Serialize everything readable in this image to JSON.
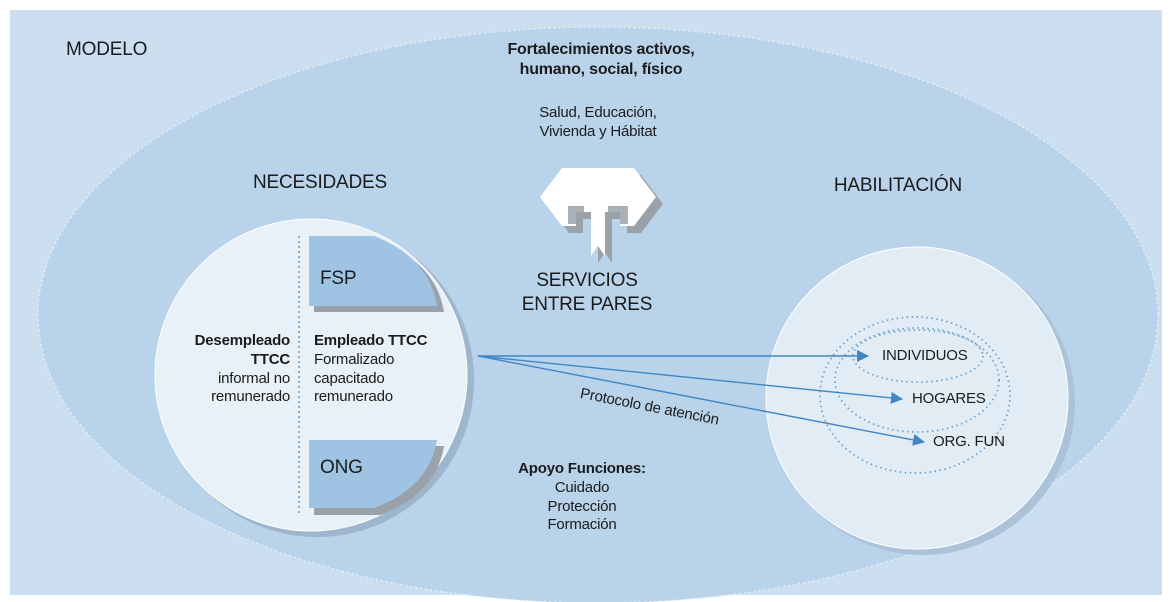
{
  "model_label": "MODELO",
  "top": {
    "heading_line1": "Fortalecimientos activos,",
    "heading_line2": "humano, social, físico",
    "sub_line1": "Salud, Educación,",
    "sub_line2": "Vivienda y Hábitat"
  },
  "needs_title": "NECESIDADES",
  "enablement_title": "HABILITACIÓN",
  "peer_services": {
    "line1": "SERVICIOS",
    "line2": "ENTRE PARES"
  },
  "left_circle": {
    "fsp_label": "FSP",
    "ong_label": "ONG",
    "unemployed_line1": "Desempleado",
    "unemployed_line2": "TTCC",
    "unemployed_line3": "informal no",
    "unemployed_line4": "remunerado",
    "employed_line1": "Empleado TTCC",
    "employed_line2": "Formalizado",
    "employed_line3": "capacitado",
    "employed_line4": "remunerado"
  },
  "right_circle": {
    "targets": [
      "INDIVIDUOS",
      "HOGARES",
      "ORG. FUN"
    ]
  },
  "protocol_label": "Protocolo de atención",
  "support": {
    "title": "Apoyo Funciones:",
    "items": [
      "Cuidado",
      "Protección",
      "Formación"
    ]
  },
  "colors": {
    "background_panel": "#cbdff0",
    "outer_ellipse": "#b9d3ea",
    "inner_circle": "#e9f1f8",
    "quadrant_fill": "#9fc3e2",
    "quadrant_shadow": "#9aa1a8",
    "arrow_line": "#3f86c4",
    "dotted_line": "#7eaed4"
  },
  "icons": {
    "double_arrow": "double-headed-arrow-icon"
  }
}
